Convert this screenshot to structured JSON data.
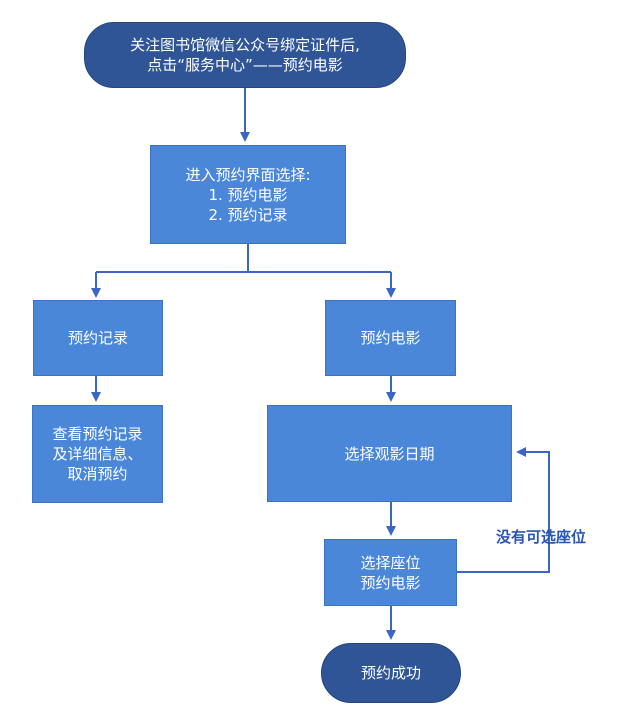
{
  "nodes": {
    "start": {
      "lines": [
        "关注图书馆微信公众号绑定证件后,",
        "点击“服务中心”——预约电影"
      ]
    },
    "choose": {
      "lines": [
        "进入预约界面选择:",
        "1. 预约电影",
        "2. 预约记录"
      ]
    },
    "records": {
      "label": "预约记录"
    },
    "view_records": {
      "label": "查看预约记录及详细信息、取消预约"
    },
    "reserve_movie": {
      "label": "预约电影"
    },
    "select_date": {
      "label": "选择观影日期"
    },
    "select_seat": {
      "lines": [
        "选择座位",
        "预约电影"
      ]
    },
    "success": {
      "label": "预约成功"
    }
  },
  "edge_labels": {
    "no_seat": "没有可选座位"
  },
  "colors": {
    "box": "#4a87d9",
    "terminal": "#2f5597",
    "arrow": "#3a66c8",
    "label": "#2a55b0"
  }
}
